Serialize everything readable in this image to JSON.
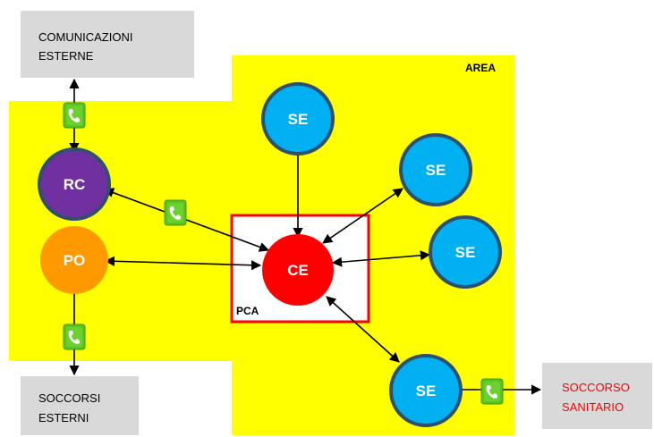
{
  "boxes": {
    "external_comms": [
      "COMUNICAZIONI",
      "ESTERNE"
    ],
    "external_rescue": [
      "SOCCORSI",
      "ESTERNI"
    ],
    "medical_rescue": [
      "SOCCORSO",
      "SANITARIO"
    ]
  },
  "area_label": "AREA",
  "pca_label": "PCA",
  "nodes": {
    "rc": "RC",
    "po": "PO",
    "ce": "CE",
    "se_top": "SE",
    "se_upper_right": "SE",
    "se_mid_right": "SE",
    "se_bottom": "SE"
  },
  "colors": {
    "area": "#ffff00",
    "rc": "#7030a0",
    "po": "#ff9900",
    "ce": "#ff0000",
    "se": "#00b0f0",
    "node_border": "#2f4f6f",
    "phone": "#58c322",
    "medical_text": "#ff0000"
  },
  "icons": [
    "phone-icon"
  ]
}
